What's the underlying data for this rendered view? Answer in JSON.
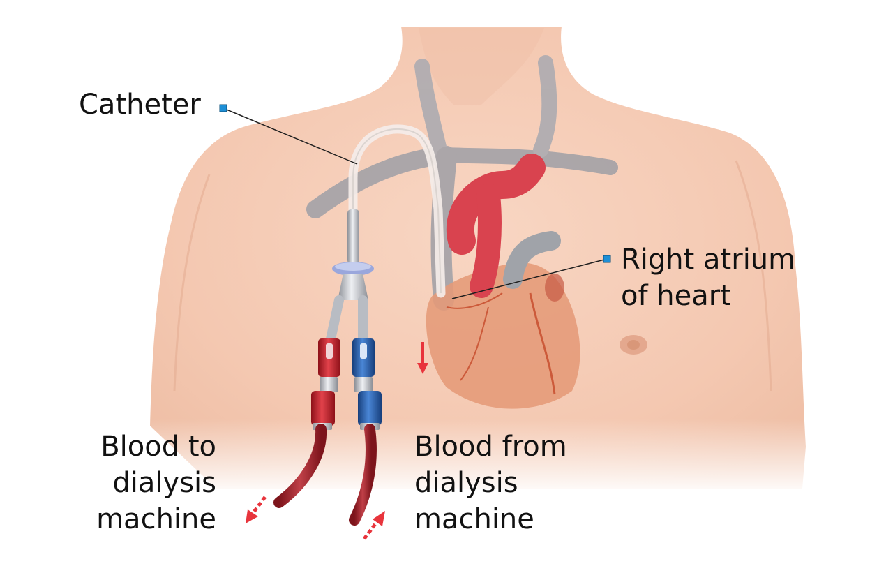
{
  "labels": {
    "catheter": "Catheter",
    "right_atrium": "Right atrium\nof heart",
    "blood_to": "Blood to\ndialysis\nmachine",
    "blood_from": "Blood from\ndialysis\nmachine"
  },
  "colors": {
    "skin": "#f6cdb8",
    "vein": "#9e9fa6",
    "artery": "#d9434f",
    "heart": "#e59a78",
    "tube_red": "#c8222b",
    "tube_blue": "#2d66b6",
    "tubing": "#a3282f",
    "leader": "#1f1f1f",
    "marker": "#1e8fd6",
    "flow_arrow": "#e8343c"
  }
}
